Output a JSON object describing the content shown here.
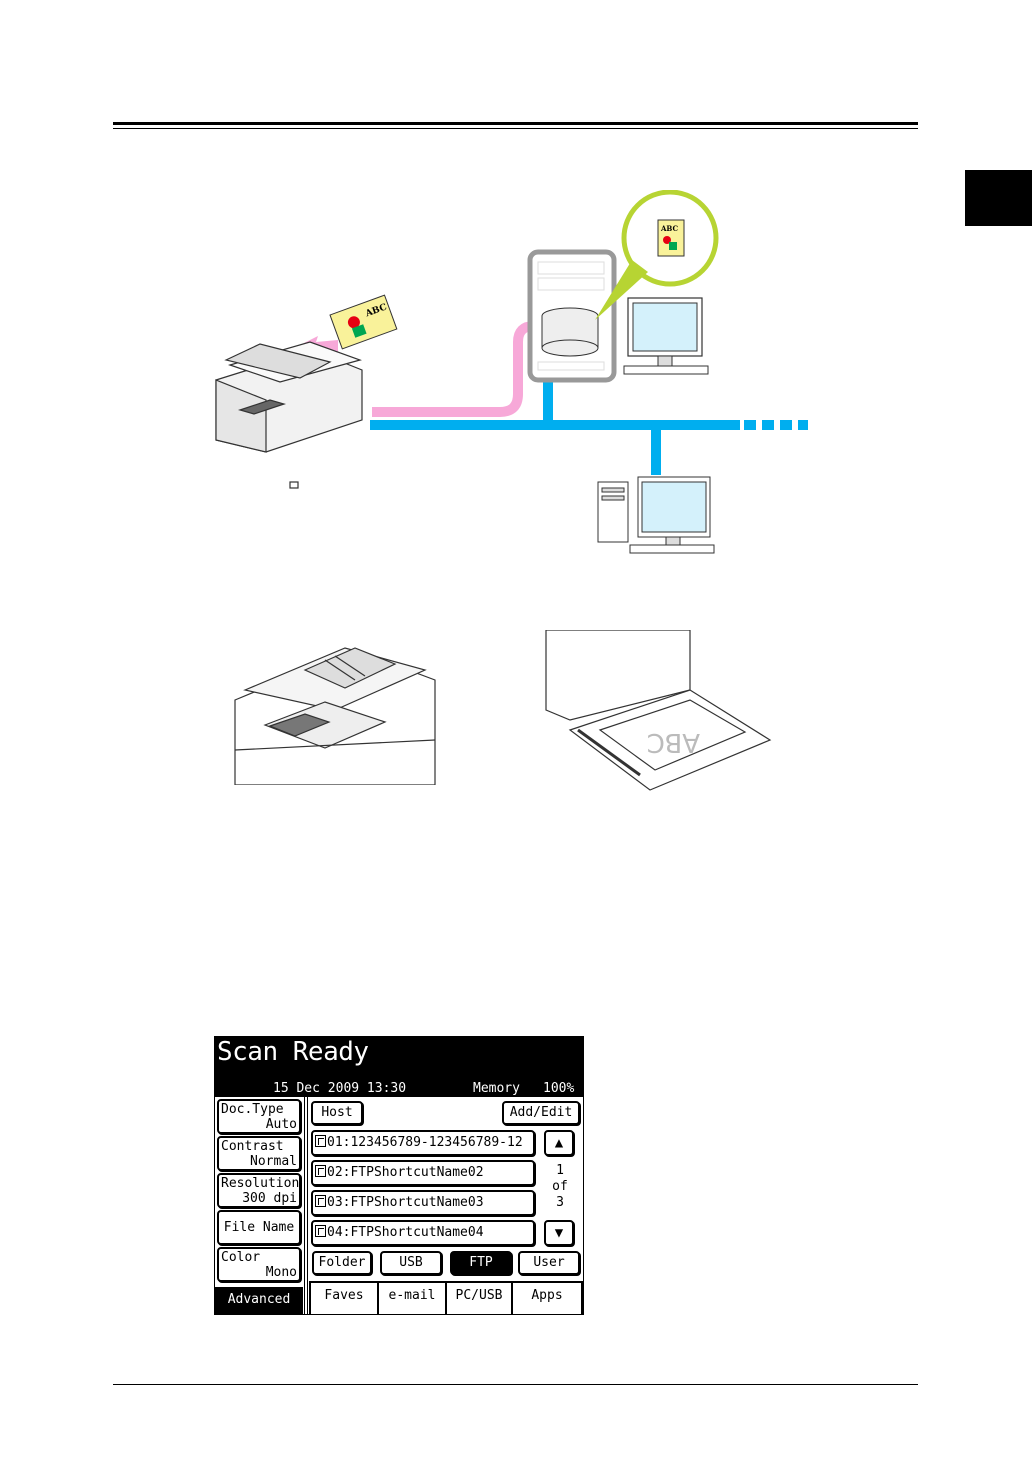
{
  "lcd": {
    "title": "Scan Ready",
    "date": "15 Dec 2009 13:30",
    "memory_label": "Memory",
    "memory_value": "100%",
    "left_buttons": [
      {
        "line1": "Doc.Type",
        "line2": "Auto"
      },
      {
        "line1": "Contrast",
        "line2": "Normal"
      },
      {
        "line1": "Resolution",
        "line2": "300 dpi"
      },
      {
        "line1": "File Name",
        "line2": ""
      },
      {
        "line1": "Color",
        "line2": "Mono"
      }
    ],
    "host_label": "Host",
    "add_edit_label": "Add/Edit",
    "items": [
      "01:123456789-123456789-12",
      "02:FTPShortcutName02",
      "03:FTPShortcutName03",
      "04:FTPShortcutName04"
    ],
    "page_current": "1",
    "page_of": "of",
    "page_total": "3",
    "dest_tabs": [
      "Folder",
      "USB",
      "FTP",
      "User"
    ],
    "advanced_label": "Advanced",
    "bottom_tabs": [
      "Faves",
      "e-mail",
      "PC/USB",
      "Apps"
    ]
  },
  "illustrations": {
    "doc_label": "ABC",
    "glass_label": "ABC"
  },
  "colors": {
    "network_line": "#00aeef",
    "data_flow": "#f7a8d8",
    "callout": "#b7d433"
  }
}
